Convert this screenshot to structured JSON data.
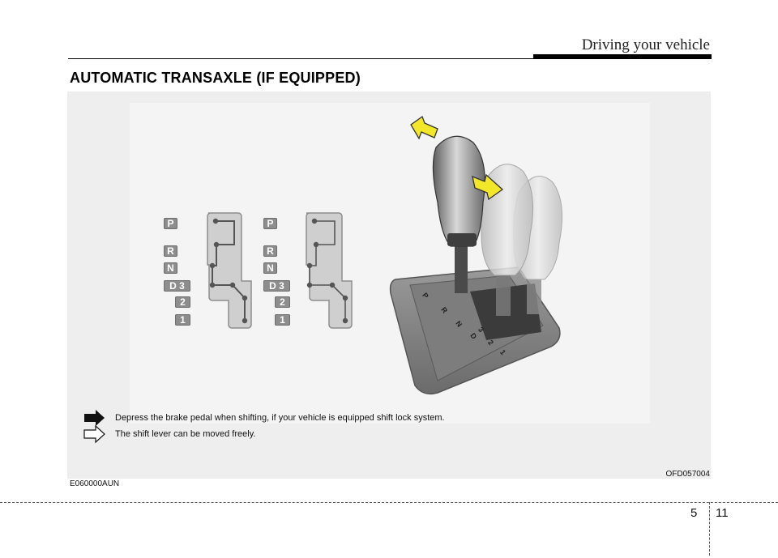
{
  "header": {
    "running_head": "Driving your vehicle"
  },
  "section": {
    "title": "AUTOMATIC TRANSAXLE (IF EQUIPPED)"
  },
  "figure": {
    "gate_labels_left": [
      "P",
      "R",
      "N",
      "D 3",
      "2",
      "1"
    ],
    "gate_labels_right": [
      "P",
      "R",
      "N",
      "D 3",
      "2",
      "1"
    ],
    "console_letters": [
      "P",
      "R",
      "N",
      "D",
      "3",
      "2",
      "1"
    ],
    "legend": [
      {
        "icon": "solid-arrow-icon",
        "text": "Depress the brake pedal when shifting, if your vehicle is equipped shift lock system."
      },
      {
        "icon": "outline-arrow-icon",
        "text": "The shift lever can be moved freely."
      }
    ],
    "code": "OFD057004"
  },
  "doc_code": "E060000AUN",
  "footer": {
    "chapter": "5",
    "page": "11"
  },
  "colors": {
    "arrow_yellow": "#f3e72a",
    "gate_fill": "#cfcfcf",
    "label_gray": "#8d8d8d"
  }
}
